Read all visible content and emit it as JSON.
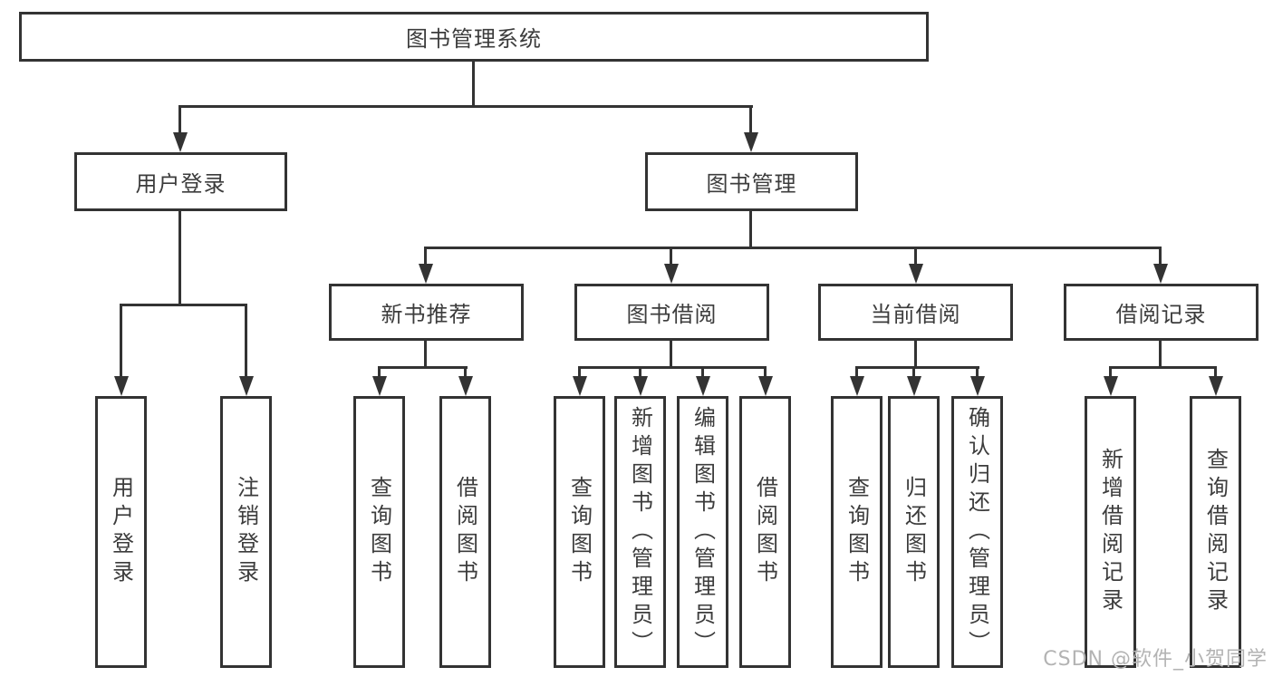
{
  "diagram": {
    "title_node": "图书管理系统",
    "level2": [
      {
        "label": "用户登录"
      },
      {
        "label": "图书管理"
      }
    ],
    "level3": [
      {
        "label": "新书推荐"
      },
      {
        "label": "图书借阅"
      },
      {
        "label": "当前借阅"
      },
      {
        "label": "借阅记录"
      }
    ],
    "leaves": {
      "user_login": [
        "用户登录",
        "注销登录"
      ],
      "new_book_rec": [
        "查询图书",
        "借阅图书"
      ],
      "book_borrow": [
        "查询图书",
        "新增图书（管理员）",
        "编辑图书（管理员）",
        "借阅图书"
      ],
      "current_borrow": [
        "查询图书",
        "归还图书",
        "确认归还（管理员）"
      ],
      "borrow_records": [
        "新增借阅记录",
        "查询借阅记录"
      ]
    },
    "line_color": "#333333",
    "text_color": "#3c3c3c"
  },
  "watermark": {
    "text": "CSDN @软件_小贺同学",
    "color": "#b3b3b3"
  }
}
